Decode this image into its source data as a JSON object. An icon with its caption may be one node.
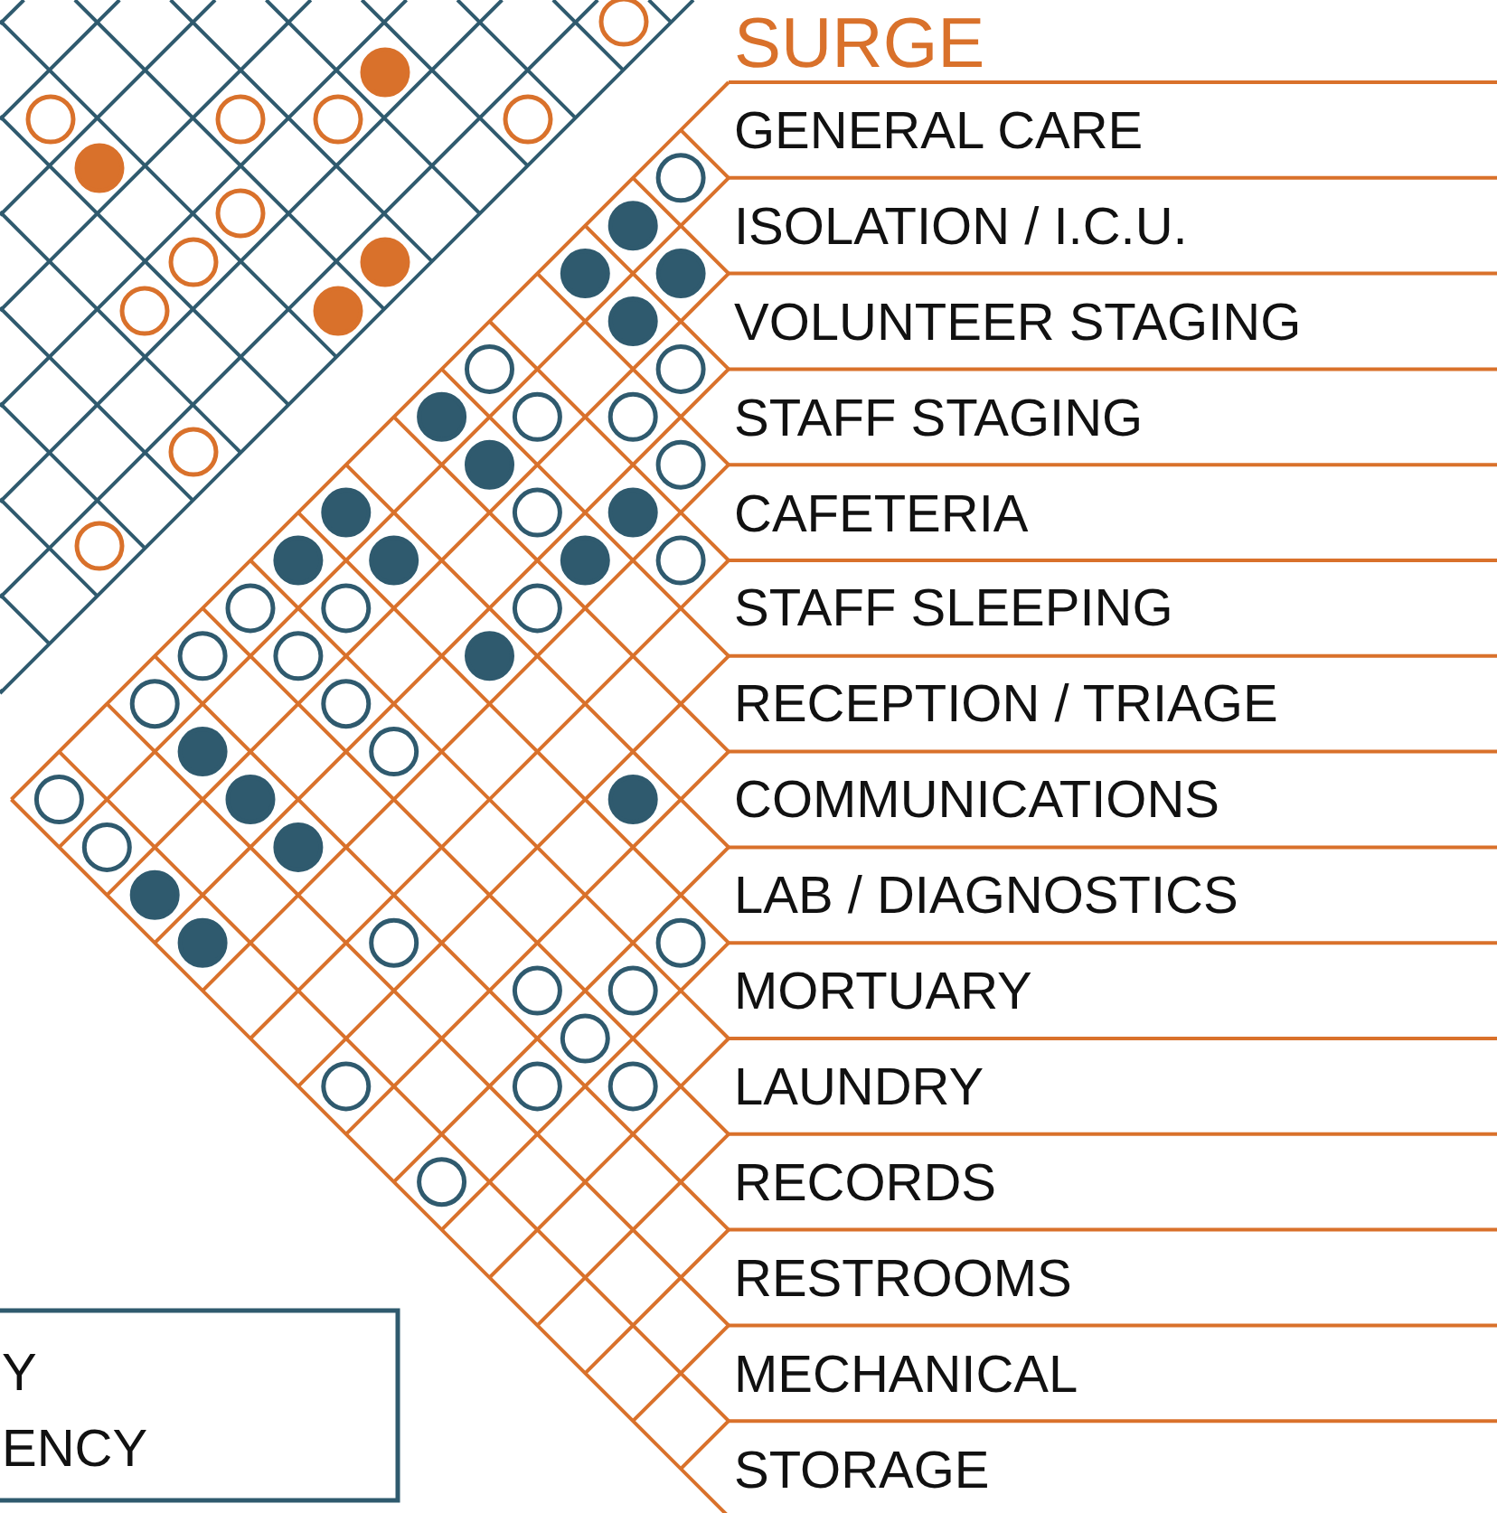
{
  "diagram": {
    "title": "SURGE",
    "labels": [
      "GENERAL CARE",
      "ISOLATION / I.C.U.",
      "VOLUNTEER STAGING",
      "STAFF STAGING",
      "CAFETERIA",
      "STAFF SLEEPING",
      "RECEPTION / TRIAGE",
      "COMMUNICATIONS",
      "LAB / DIAGNOSTICS",
      "MORTUARY",
      "LAUNDRY",
      "RECORDS",
      "RESTROOMS",
      "MECHANICAL",
      "STORAGE",
      "Y",
      "ENCY"
    ]
  }
}
